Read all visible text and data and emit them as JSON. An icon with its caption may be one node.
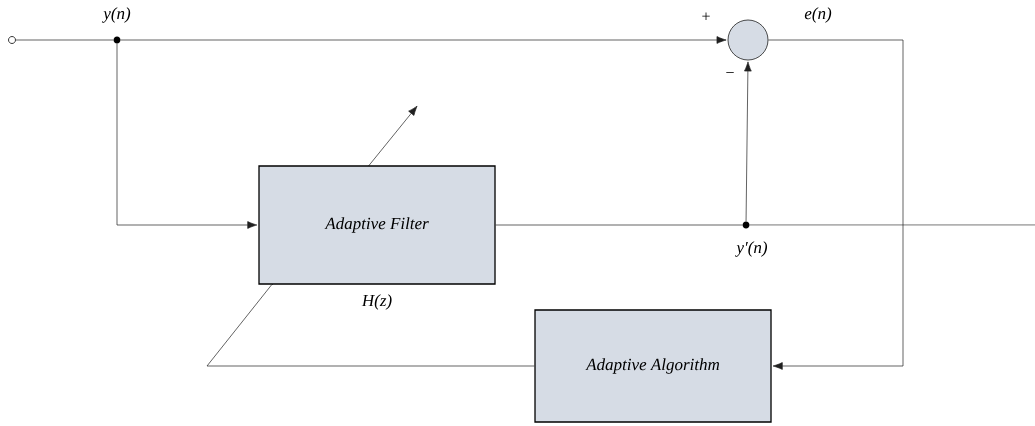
{
  "diagram": {
    "nodes": [
      {
        "text": [],
        "shape": "circle"
      },
      {
        "text": [],
        "shape": "dot",
        "beside": [
          "y(n)"
        ]
      },
      {
        "text": [],
        "shape": "circle"
      },
      {
        "text": [
          "Adaptive Filter"
        ],
        "beside": [
          "H(z)"
        ]
      },
      {
        "text": [],
        "shape": "dot",
        "beside": [
          "y′(n)"
        ]
      },
      {
        "text": [
          "Adaptive Algorithm"
        ]
      }
    ],
    "edges": [
      {
        "from": 0,
        "to": 1,
        "arrow": "none"
      },
      {
        "from": 1,
        "to": 2,
        "arrow": "to"
      },
      {
        "from": 1,
        "to": 3,
        "arrow": "to"
      },
      {
        "from": 3,
        "to": 4,
        "arrow": "none"
      },
      {
        "from": 4,
        "to": 2,
        "arrow": "to"
      },
      {
        "from": 4,
        "to": null,
        "arrow": "none"
      },
      {
        "from": 2,
        "to": 5,
        "arrow": "to"
      },
      {
        "from": 5,
        "to": 3,
        "arrow": "none"
      }
    ],
    "labels": [
      "+",
      "−",
      "e(n)"
    ]
  }
}
